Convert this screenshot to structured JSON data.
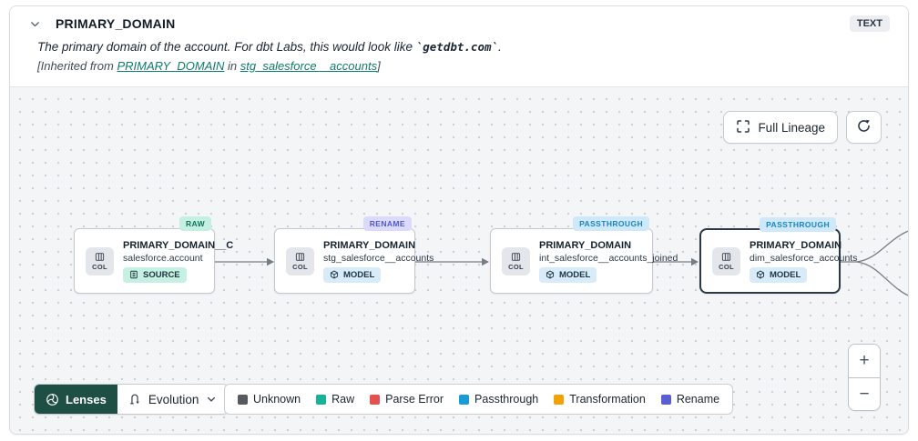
{
  "header": {
    "title": "PRIMARY_DOMAIN",
    "type_badge": "TEXT",
    "description_prefix": "The primary domain of the account. For dbt Labs, this would look like ",
    "description_code": "`getdbt.com`",
    "description_suffix": ".",
    "inherited_prefix": "[Inherited from ",
    "inherited_link_column": "PRIMARY_DOMAIN",
    "inherited_middle": " in ",
    "inherited_link_model": "stg_salesforce__accounts",
    "inherited_suffix": "]"
  },
  "canvas": {
    "full_lineage_label": "Full Lineage",
    "nodes": [
      {
        "tag": "RAW",
        "tag_type": "raw",
        "col_label": "COL",
        "title": "PRIMARY_DOMAIN__C",
        "subtitle": "salesforce.account",
        "badge": "SOURCE",
        "selected": false
      },
      {
        "tag": "RENAME",
        "tag_type": "rename",
        "col_label": "COL",
        "title": "PRIMARY_DOMAIN",
        "subtitle": "stg_salesforce__accounts",
        "badge": "MODEL",
        "selected": false
      },
      {
        "tag": "PASSTHROUGH",
        "tag_type": "passthrough",
        "col_label": "COL",
        "title": "PRIMARY_DOMAIN",
        "subtitle": "int_salesforce__accounts_joined",
        "badge": "MODEL",
        "selected": false
      },
      {
        "tag": "PASSTHROUGH",
        "tag_type": "passthrough",
        "col_label": "COL",
        "title": "PRIMARY_DOMAIN",
        "subtitle": "dim_salesforce_accounts",
        "badge": "MODEL",
        "selected": true
      }
    ]
  },
  "footer": {
    "lenses_label": "Lenses",
    "lens_selected": "Evolution",
    "legend": [
      {
        "label": "Unknown",
        "color": "#56595d"
      },
      {
        "label": "Raw",
        "color": "#18b296"
      },
      {
        "label": "Parse Error",
        "color": "#e4514e"
      },
      {
        "label": "Passthrough",
        "color": "#1b9bd5"
      },
      {
        "label": "Transformation",
        "color": "#f1a208"
      },
      {
        "label": "Rename",
        "color": "#5a5ed6"
      }
    ],
    "zoom_in_label": "+",
    "zoom_out_label": "−"
  },
  "theme": {
    "link_color": "#0d7c6c",
    "lenses_bg": "#1d4f44",
    "tags": {
      "raw": {
        "bg": "#c3f0e0",
        "fg": "#13725f"
      },
      "rename": {
        "bg": "#dcdafc",
        "fg": "#5058ce"
      },
      "passthrough": {
        "bg": "#cfe9fa",
        "fg": "#1886c1"
      }
    }
  }
}
